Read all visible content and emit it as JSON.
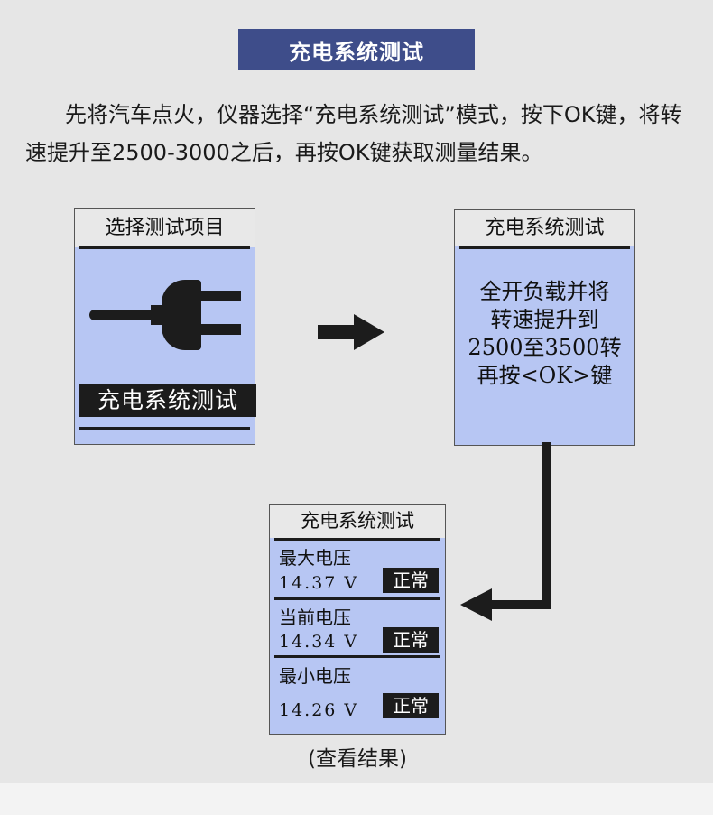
{
  "title": "充电系统测试",
  "instructions": "先将汽车点火，仪器选择“充电系统测试”模式，按下OK键，将转速提升至2500-3000之后，再按OK键获取测量结果。",
  "screen1": {
    "header": "选择测试项目",
    "icon": "plug-icon",
    "selected_item": "充电系统测试"
  },
  "screen2": {
    "header": "充电系统测试",
    "message_lines": [
      "全开负载并将",
      "转速提升到",
      "2500至3500转",
      "再按<OK>键"
    ]
  },
  "screen3": {
    "header": "充电系统测试",
    "rows": [
      {
        "label": "最大电压",
        "value": "14.37 V",
        "status": "正常"
      },
      {
        "label": "当前电压",
        "value": "14.34 V",
        "status": "正常"
      },
      {
        "label": "最小电压",
        "value": "14.26 V",
        "status": "正常"
      }
    ]
  },
  "caption": "(查看结果)",
  "colors": {
    "title_bg": "#3e4d8a",
    "lcd_bg": "#b7c6f3",
    "lcd_header": "#e8e8e8",
    "ink": "#1c1c1c"
  }
}
